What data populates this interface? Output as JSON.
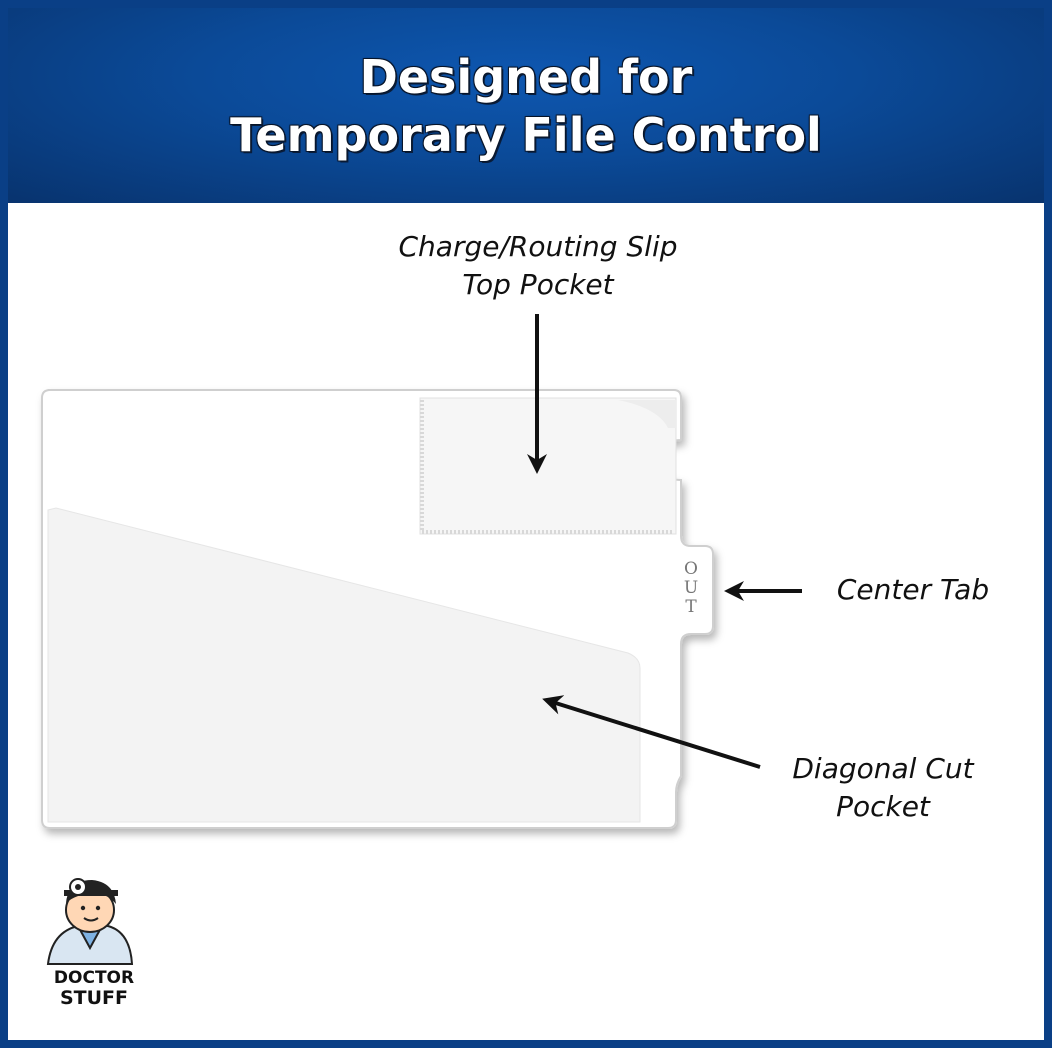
{
  "header": {
    "title_line1": "Designed for",
    "title_line2": "Temporary File Control"
  },
  "callouts": {
    "top_pocket_line1": "Charge/Routing Slip",
    "top_pocket_line2": "Top Pocket",
    "center_tab": "Center Tab",
    "diagonal_line1": "Diagonal Cut",
    "diagonal_line2": "Pocket"
  },
  "tab": {
    "letters": [
      "O",
      "U",
      "T"
    ]
  },
  "logo": {
    "line1": "DOCTOR",
    "line2": "STUFF"
  },
  "colors": {
    "header_blue": "#0b4a98",
    "border_blue": "#0a3f86",
    "arrow": "#111111"
  }
}
